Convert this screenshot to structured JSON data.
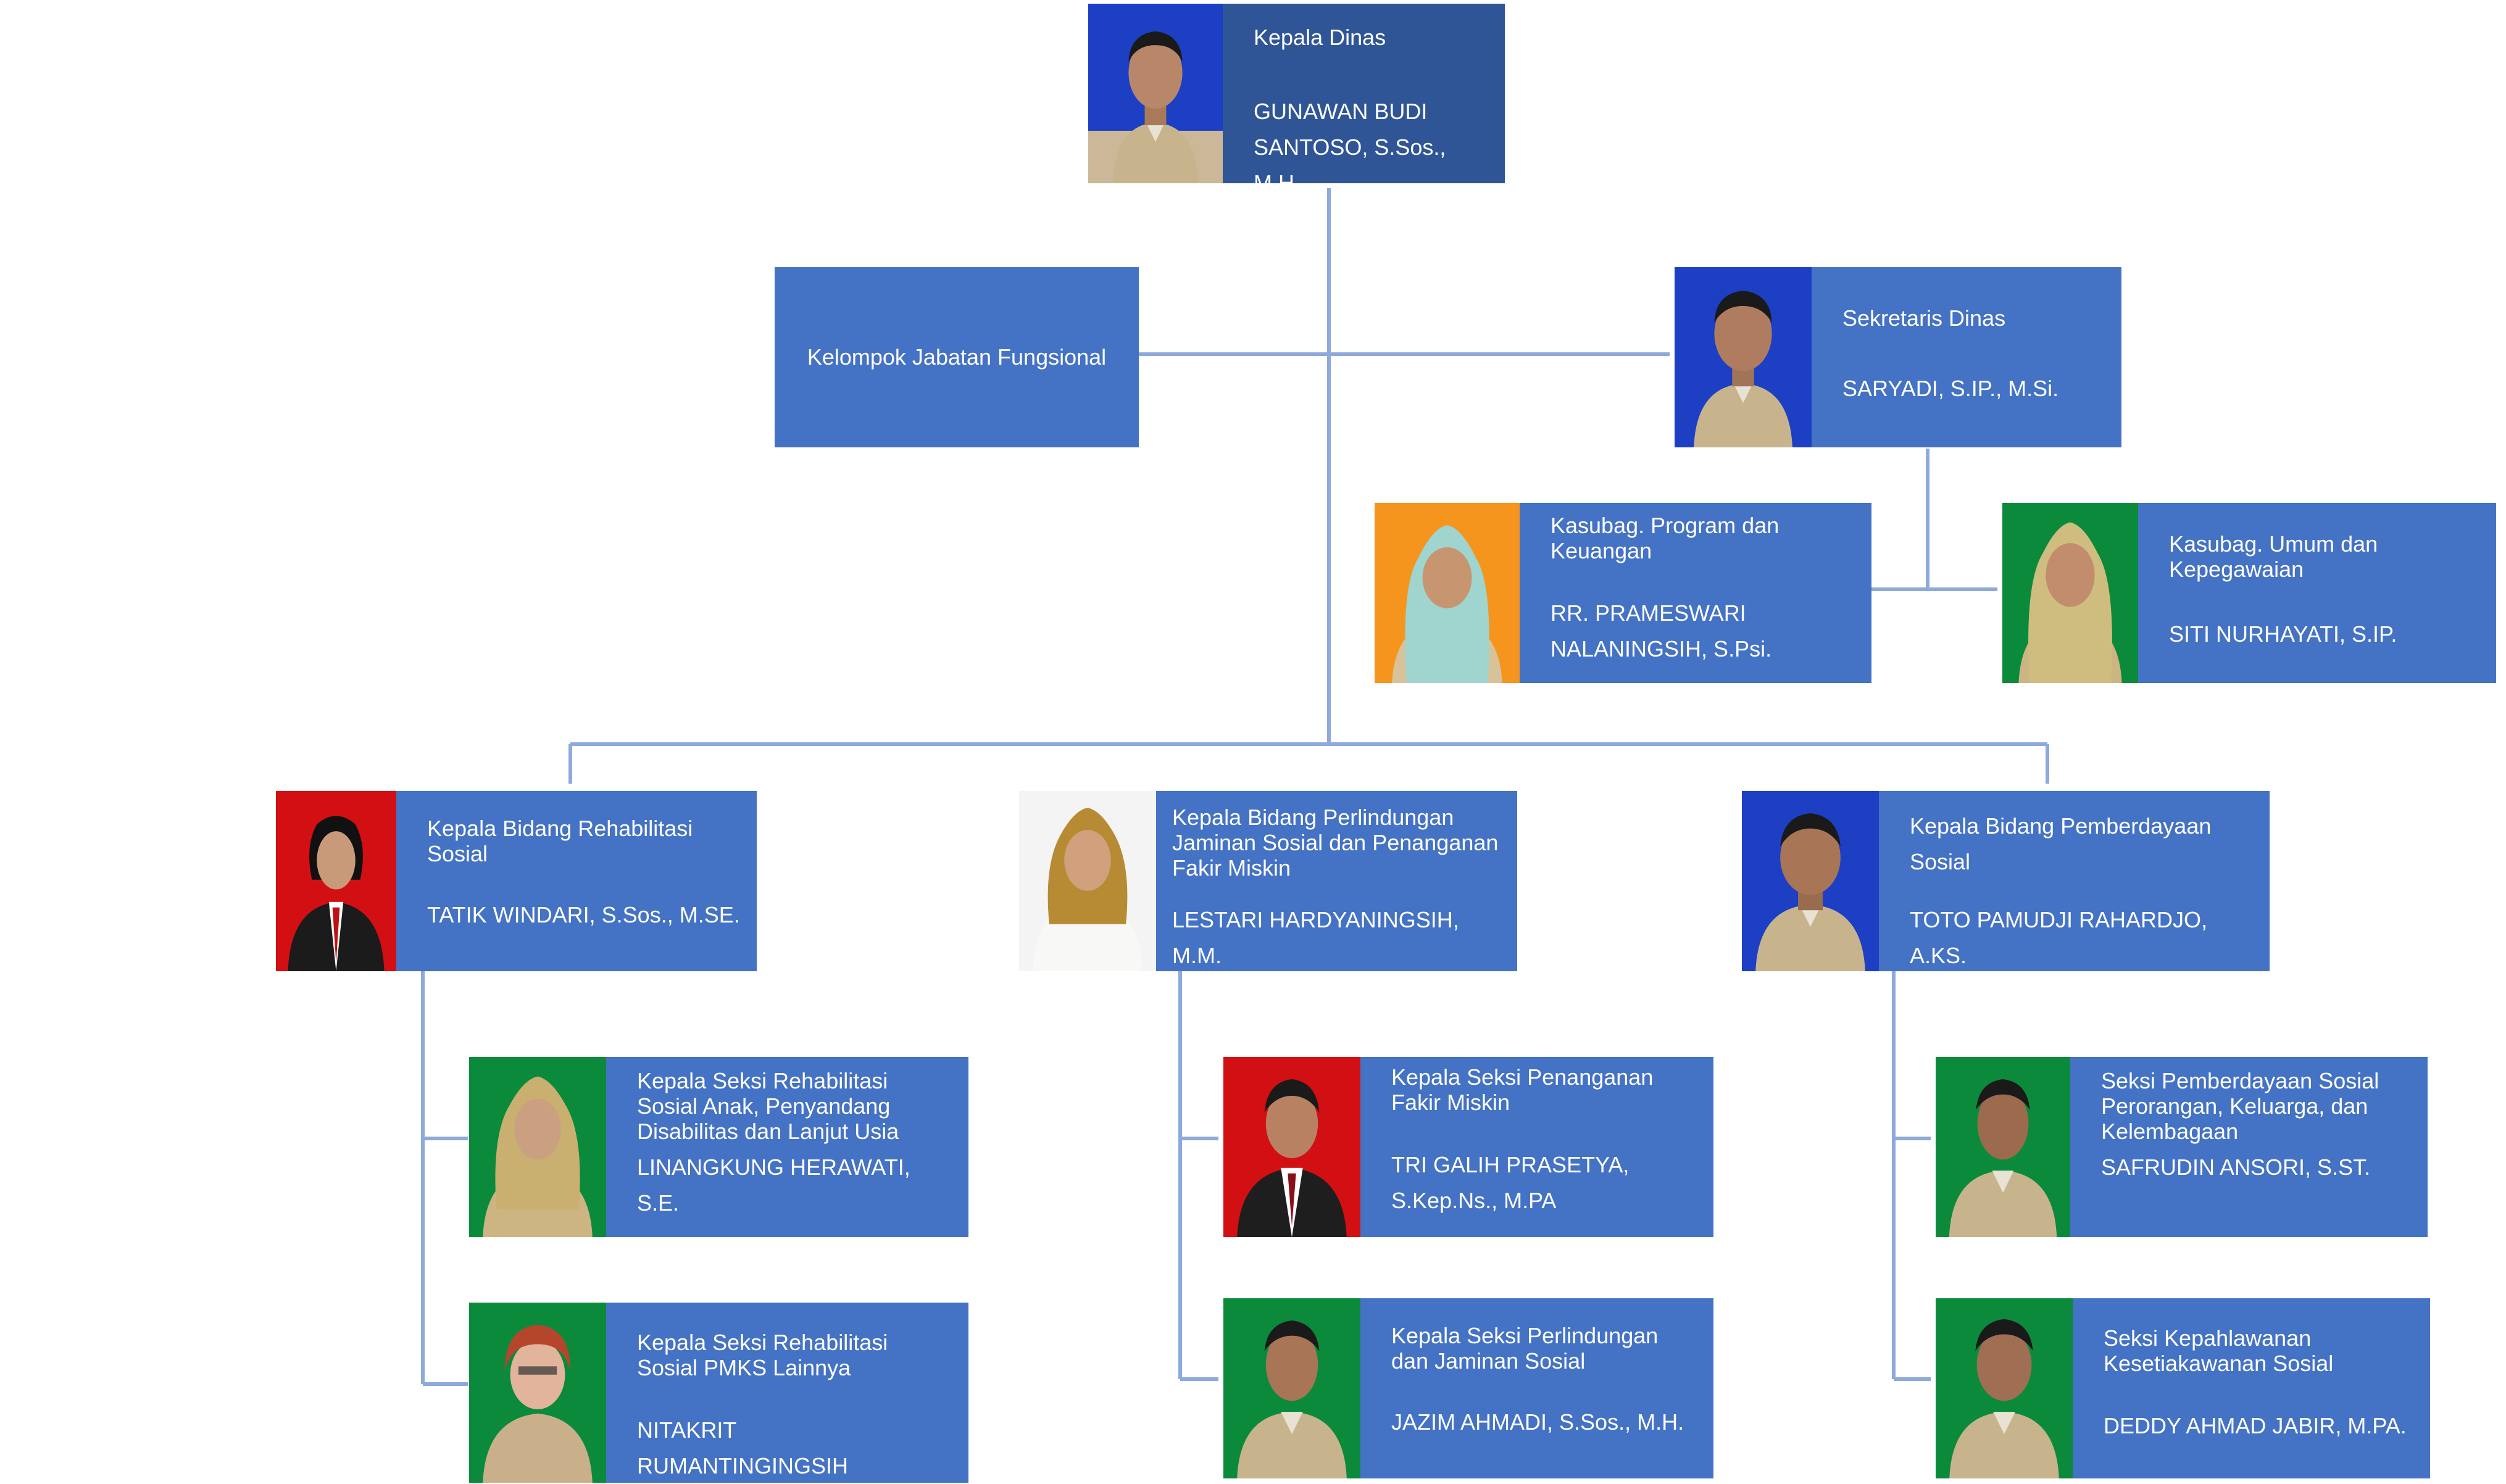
{
  "colors": {
    "box": "#4472c4",
    "box_dark": "#2f5597",
    "connector": "#8ea9db"
  },
  "nodes": {
    "kepala_dinas": {
      "title": "Kepala Dinas",
      "name": "GUNAWAN BUDI SANTOSO, S.Sos., M.H."
    },
    "fungsional": {
      "title": "Kelompok Jabatan Fungsional"
    },
    "sekretaris": {
      "title": "Sekretaris Dinas",
      "name": "SARYADI, S.IP., M.Si."
    },
    "kasubag_program": {
      "title": "Kasubag. Program dan Keuangan",
      "name": "RR. PRAMESWARI NALANINGSIH, S.Psi."
    },
    "kasubag_umum": {
      "title": "Kasubag. Umum dan Kepegawaian",
      "name": "SITI NURHAYATI, S.IP."
    },
    "kabid_rehab": {
      "title": "Kepala Bidang Rehabilitasi Sosial",
      "name": "TATIK WINDARI, S.Sos., M.SE."
    },
    "kabid_linjamsos": {
      "title": "Kepala Bidang Perlindungan Jaminan Sosial dan Penanganan Fakir Miskin",
      "name": "LESTARI HARDYANINGSIH, M.M."
    },
    "kabid_daya": {
      "title": "Kepala Bidang Pemberdayaan Sosial",
      "name": "TOTO PAMUDJI RAHARDJO, A.KS."
    },
    "kasi_rehab_anak": {
      "title": "Kepala Seksi Rehabilitasi Sosial Anak, Penyandang Disabilitas dan Lanjut Usia",
      "name": "LINANGKUNG HERAWATI, S.E."
    },
    "kasi_rehab_pmks": {
      "title": "Kepala Seksi Rehabilitasi Sosial PMKS Lainnya",
      "name": "NITAKRIT RUMANTINGINGSIH"
    },
    "kasi_fakir": {
      "title": "Kepala Seksi Penanganan Fakir Miskin",
      "name": "TRI GALIH PRASETYA, S.Kep.Ns., M.PA"
    },
    "kasi_linjam": {
      "title": "Kepala Seksi Perlindungan dan Jaminan Sosial",
      "name": "JAZIM AHMADI, S.Sos., M.H."
    },
    "seksi_daya": {
      "title": "Seksi Pemberdayaan Sosial Perorangan, Keluarga, dan Kelembagaan",
      "name": "SAFRUDIN ANSORI, S.ST."
    },
    "seksi_pahlawan": {
      "title": "Seksi Kepahlawanan Kesetiakawanan Sosial",
      "name": "DEDDY AHMAD JABIR, M.PA."
    }
  }
}
